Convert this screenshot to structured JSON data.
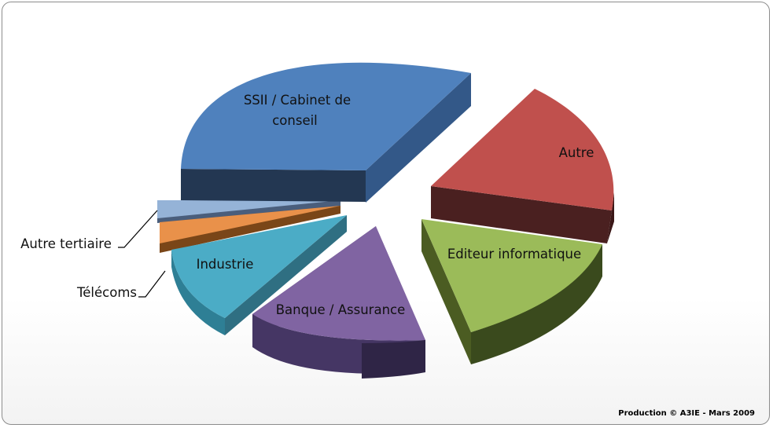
{
  "chart_data": {
    "type": "pie",
    "style": "3d-exploded",
    "categories": [
      "SSII / Cabinet de conseil",
      "Autre",
      "Editeur informatique",
      "Banque / Assurance",
      "Industrie",
      "Télécoms",
      "Autre tertiaire"
    ],
    "values": [
      36,
      17,
      17,
      16,
      9,
      3,
      2
    ],
    "unit": "%",
    "colors": [
      "#4F81BD",
      "#C0504D",
      "#9BBB59",
      "#8064A2",
      "#4BACC6",
      "#F79646",
      "#95B3D7"
    ],
    "labels": {
      "ssii_line1": "SSII / Cabinet de",
      "ssii_line2": "conseil",
      "autre": "Autre",
      "editeur": "Editeur informatique",
      "banque": "Banque / Assurance",
      "industrie": "Industrie",
      "telecoms": "Télécoms",
      "autre_tertiaire": "Autre tertiaire"
    },
    "legend": "none"
  },
  "footer": {
    "credit": "Production © A3IE - Mars 2009"
  }
}
